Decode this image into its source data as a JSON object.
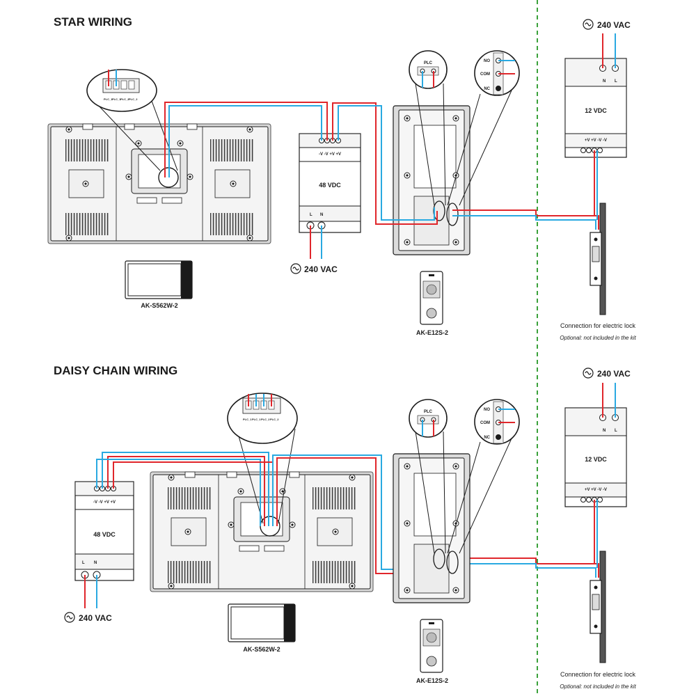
{
  "sections": {
    "star": {
      "title": "STAR WIRING"
    },
    "daisy": {
      "title": "DAISY CHAIN WIRING"
    }
  },
  "labels": {
    "monitor_model": "AK-S562W-2",
    "door_station_model": "AK-E12S-2",
    "psu48": "48 VDC",
    "psu48_terminals": "-V -V +V +V",
    "psu12": "12 VDC",
    "psu12_terminals": "+V +V -V -V",
    "mains": "240 VAC",
    "terminal_L": "L",
    "terminal_N": "N",
    "plc": "PLC",
    "relay_no": "NO",
    "relay_com": "COM",
    "relay_nc": "NC",
    "plc_terminals": [
      "PLC_1",
      "PLC_1",
      "PLC_2",
      "PLC_2"
    ],
    "lock_caption": "Connection for electric lock",
    "lock_note": "Optional: not included in the kit"
  },
  "colors": {
    "positive_wire": "#e0262b",
    "negative_wire": "#29a9e1",
    "divider": "#3aa13a",
    "outline": "#1a1a1a"
  },
  "icons": {
    "ac_symbol": "ac-sine-icon"
  }
}
